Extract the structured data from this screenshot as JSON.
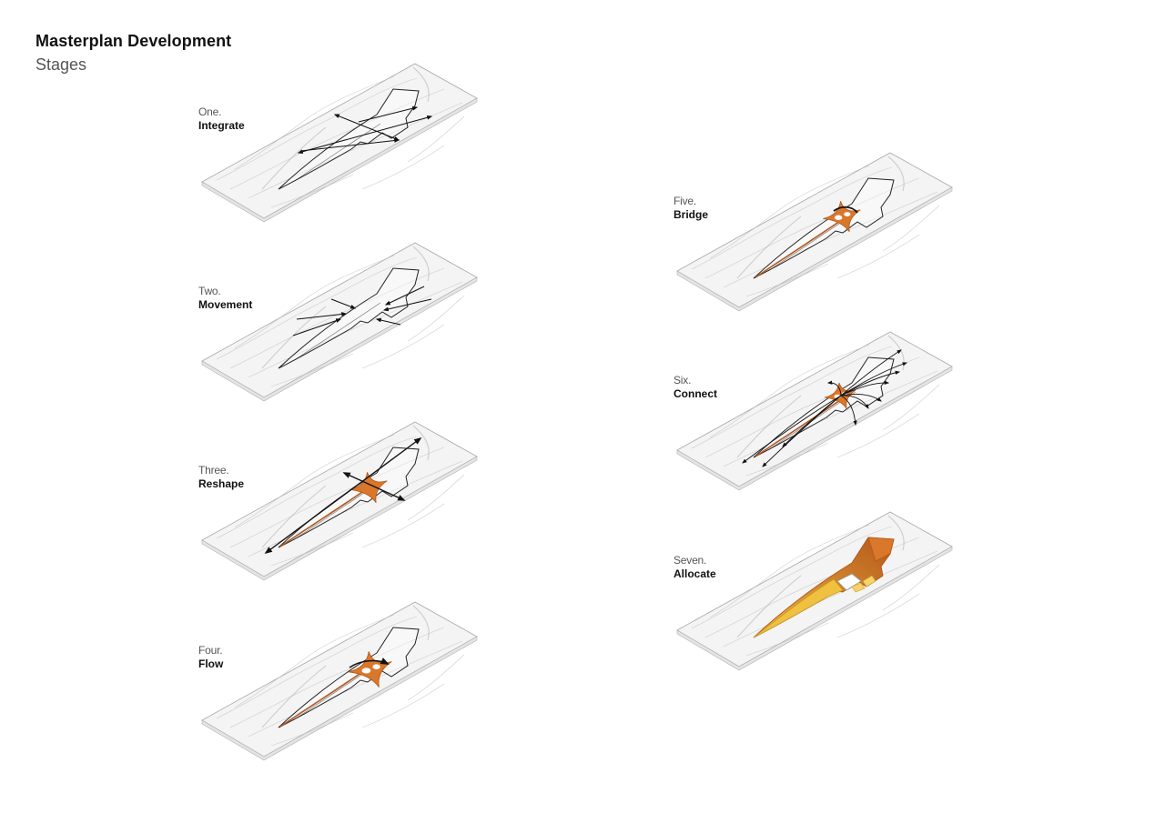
{
  "header": {
    "title": "Masterplan Development",
    "subtitle": "Stages"
  },
  "colors": {
    "accent_dark": "#b5561b",
    "accent": "#d9782b",
    "accent_mid": "#e69a3a",
    "accent_light": "#f0c040",
    "accent_pale": "#f5d36a",
    "outline": "#222222",
    "terrain": "#bdbdbd"
  },
  "stages": [
    {
      "num": "One.",
      "name": "Integrate",
      "mode": "integrate"
    },
    {
      "num": "Two.",
      "name": "Movement",
      "mode": "movement"
    },
    {
      "num": "Three.",
      "name": "Reshape",
      "mode": "reshape"
    },
    {
      "num": "Four.",
      "name": "Flow",
      "mode": "flow"
    },
    {
      "num": "Five.",
      "name": "Bridge",
      "mode": "bridge"
    },
    {
      "num": "Six.",
      "name": "Connect",
      "mode": "connect"
    },
    {
      "num": "Seven.",
      "name": "Allocate",
      "mode": "allocate"
    }
  ]
}
